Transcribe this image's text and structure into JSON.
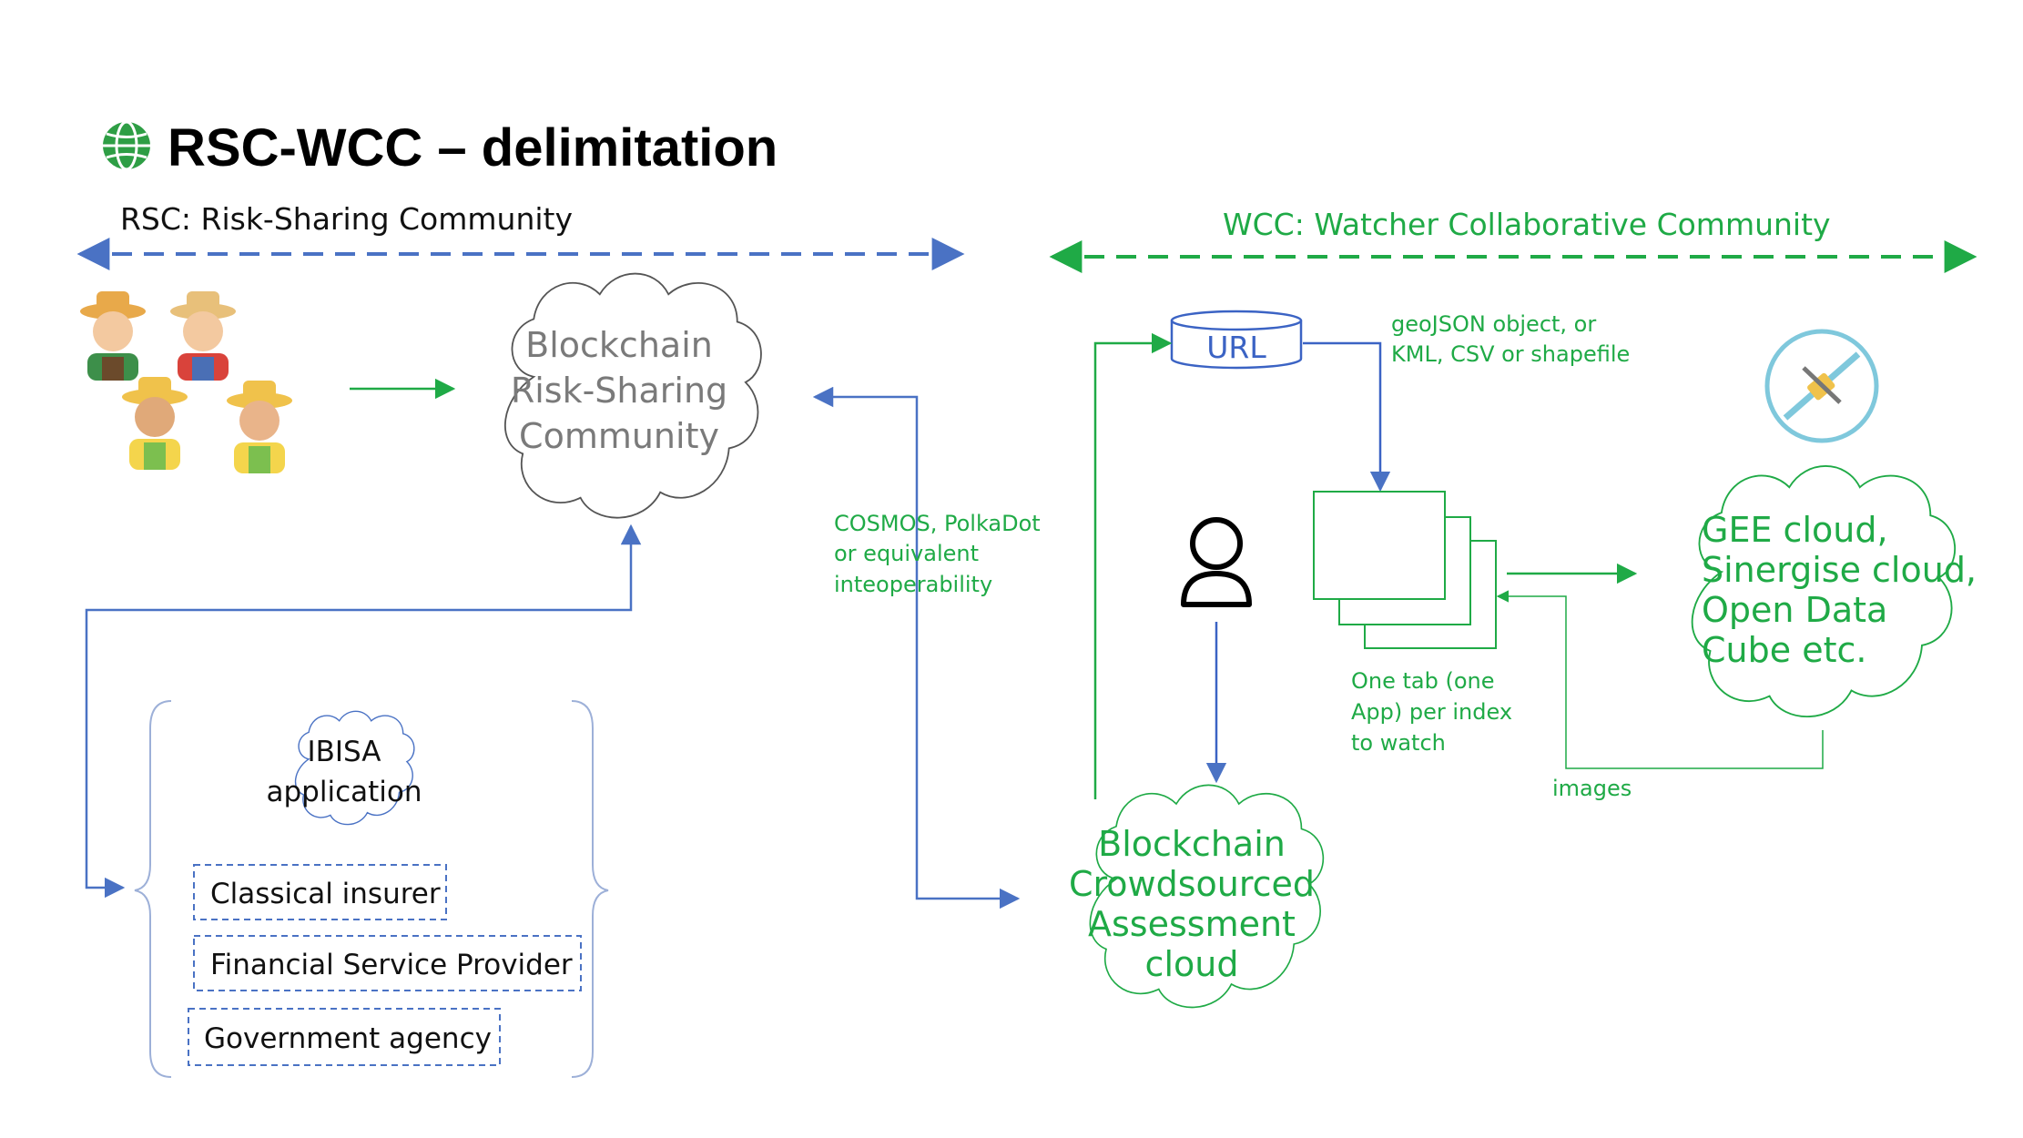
{
  "title": "RSC-WCC – delimitation",
  "rsc_label": "RSC: Risk-Sharing Community",
  "wcc_label": "WCC:  Watcher Collaborative Community",
  "blockchain_rsc_cloud": {
    "line1": "Blockchain",
    "line2": "Risk-Sharing",
    "line3": "Community"
  },
  "ibisa_cloud": {
    "line1": "IBISA",
    "line2": "application"
  },
  "stakeholders": {
    "classical_insurer": "Classical insurer",
    "fsp": "Financial Service Provider",
    "gov": "Government agency"
  },
  "interop_note": {
    "line1": "COSMOS, PolkaDot",
    "line2": "or equivalent",
    "line3": "inteoperability"
  },
  "url_label": "URL",
  "geo_note": {
    "line1": "geoJSON object, or",
    "line2": "KML, CSV or shapefile"
  },
  "tabs_note": {
    "line1": "One tab (one",
    "line2": "App) per index",
    "line3": "to watch"
  },
  "images_label": "images",
  "data_cloud": {
    "line1": "GEE cloud,",
    "line2": "Sinergise cloud,",
    "line3": "Open Data",
    "line4": "Cube etc."
  },
  "assessment_cloud": {
    "line1": "Blockchain",
    "line2": "Crowdsourced",
    "line3": "Assessment",
    "line4": "cloud"
  },
  "icons": [
    "globe-logo-icon",
    "farmer-icon",
    "user-icon",
    "satellite-icon"
  ],
  "colors": {
    "blue": "#4a72c4",
    "green": "#1faa46",
    "gray_text": "#7a7a7a"
  }
}
